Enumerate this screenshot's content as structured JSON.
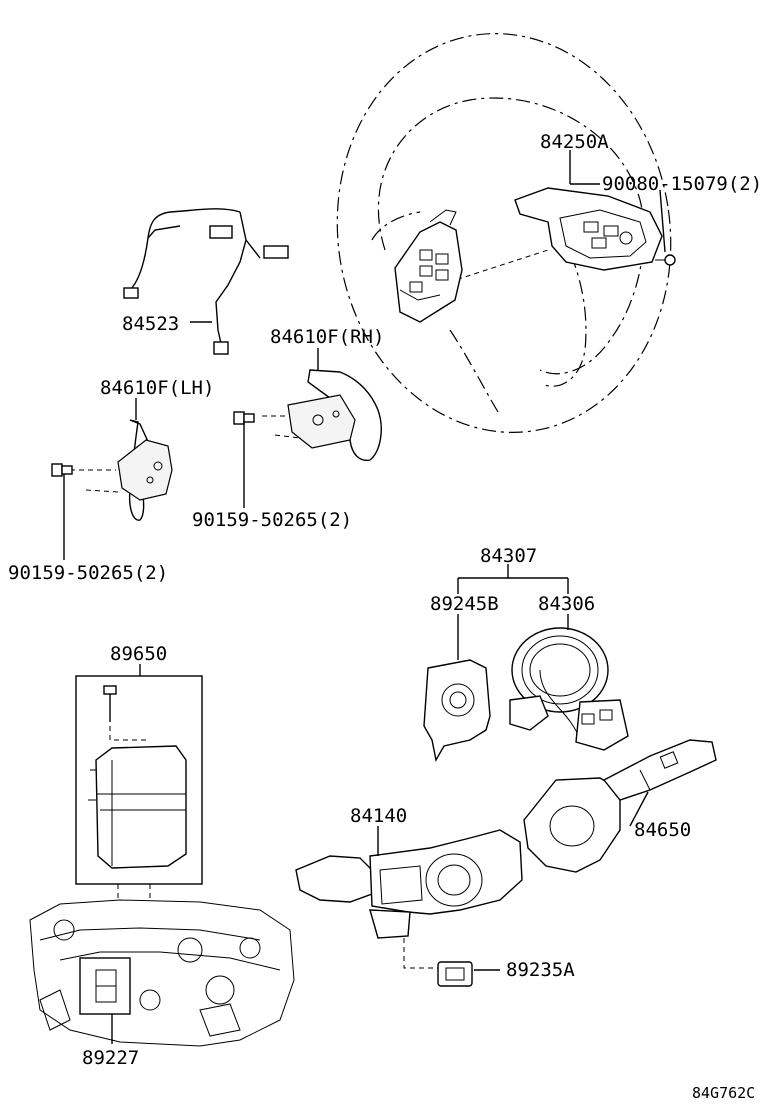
{
  "diagram": {
    "labels": {
      "p84250A": "84250A",
      "p90080": "90080-15079(2)",
      "p84523": "84523",
      "p84610F_RH": "84610F(RH)",
      "p84610F_LH": "84610F(LH)",
      "p90159_rh": "90159-50265(2)",
      "p90159_lh": "90159-50265(2)",
      "p84307": "84307",
      "p89245B": "89245B",
      "p84306": "84306",
      "p89650": "89650",
      "p84140": "84140",
      "p84650": "84650",
      "p89235A": "89235A",
      "p89227": "89227",
      "ref": "84G762C"
    }
  }
}
